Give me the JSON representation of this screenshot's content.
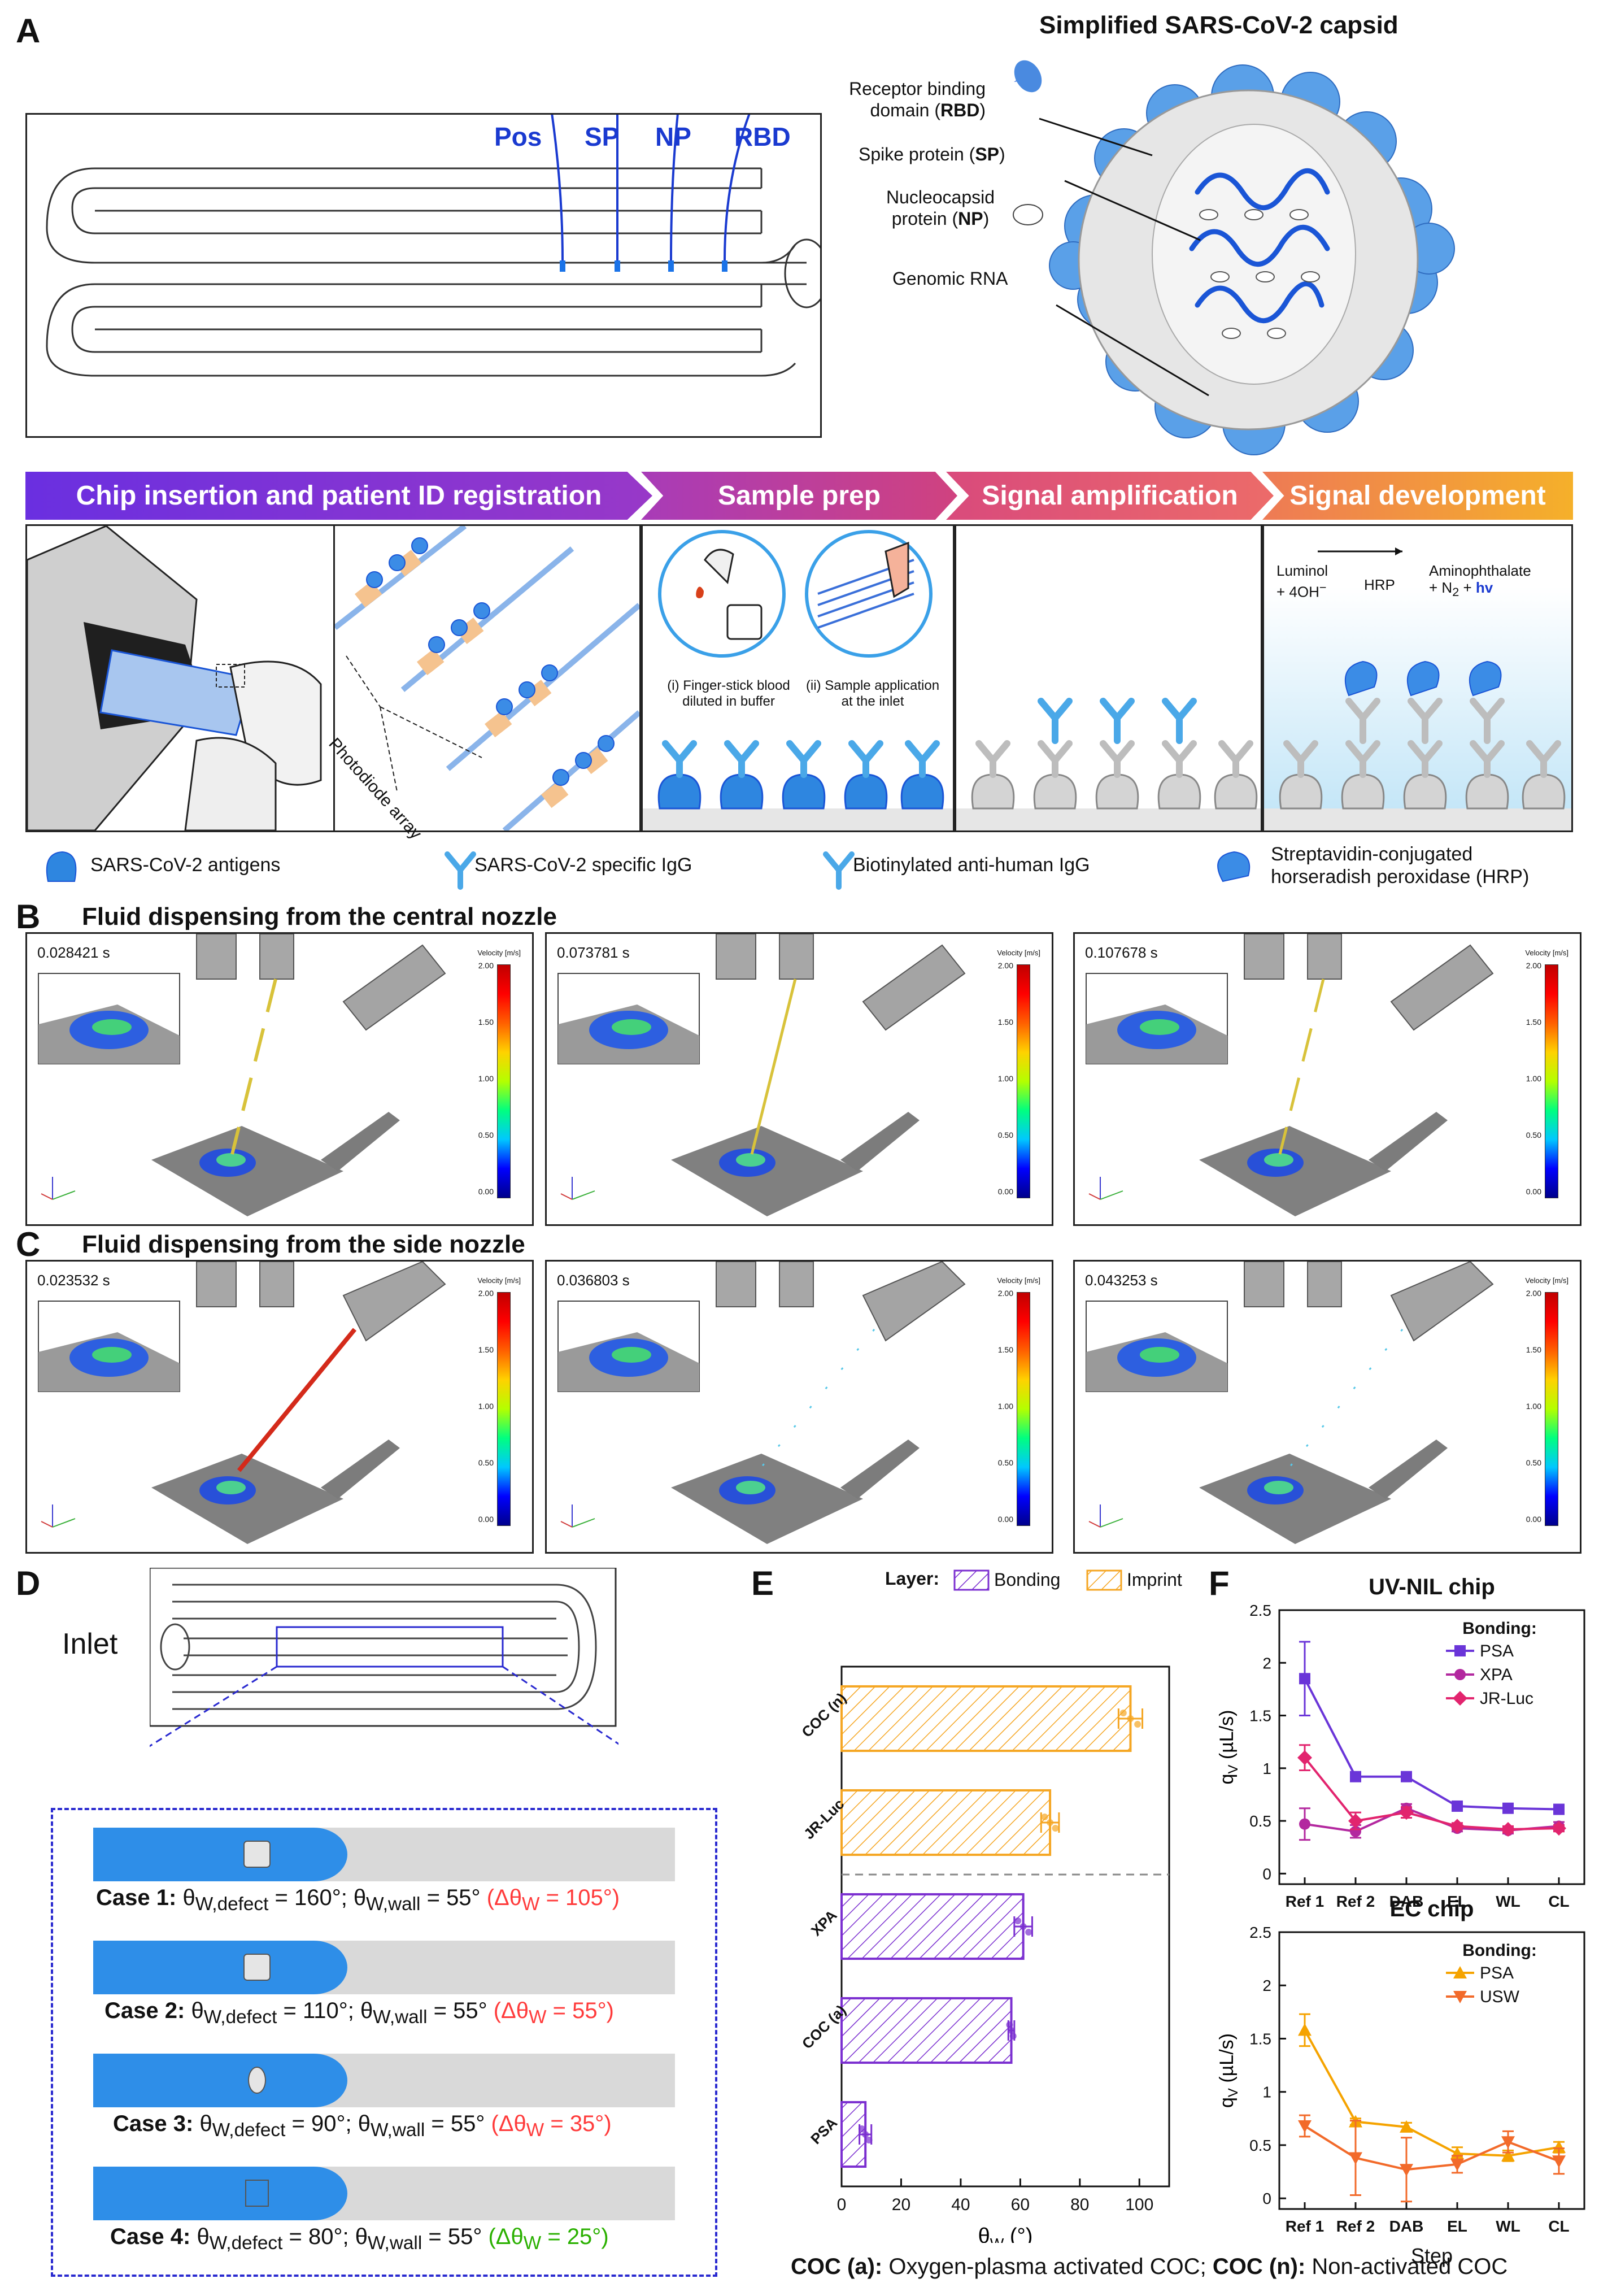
{
  "panel_labels": {
    "a": "A",
    "b": "B",
    "c": "C",
    "d": "D",
    "e": "E",
    "f": "F"
  },
  "panel_a": {
    "capsid_title": "Simplified SARS-CoV-2 capsid",
    "channel_labels": [
      "Pos",
      "SP",
      "NP",
      "RBD"
    ],
    "capsid_labels": {
      "rbd_line1": "Receptor binding",
      "rbd_line2": "domain (",
      "rbd_abbr": "RBD",
      "rbd_close": ")",
      "sp": "Spike protein (",
      "sp_abbr": "SP",
      "sp_close": ")",
      "np_line1": "Nucleocapsid",
      "np_line2": "protein (",
      "np_abbr": "NP",
      "np_close": ")",
      "rna": "Genomic RNA"
    },
    "steps": [
      "Chip insertion and patient ID registration",
      "Sample prep",
      "Signal amplification",
      "Signal development"
    ],
    "step_colors": [
      "#6a2fe0",
      "#c23f97",
      "#e05a7a",
      "#f08a3a"
    ],
    "photodiode_label": "Photodiode array",
    "sample_captions": {
      "i_line1": "(i) Finger-stick blood",
      "i_line2": "diluted in buffer",
      "ii_line1": "(ii) Sample application",
      "ii_line2": "at the inlet"
    },
    "reaction": {
      "left1": "Luminol",
      "left2": "+ 4OH",
      "left2_sup": "−",
      "catalyst": "HRP",
      "right1": "Aminophthalate",
      "right2": "+ N",
      "right2_sub": "2",
      "right2b": " + ",
      "hv": "hv"
    },
    "legend": [
      {
        "icon": "antigen-icon",
        "label": "SARS-CoV-2 antigens"
      },
      {
        "icon": "igg-icon",
        "label": "SARS-CoV-2 specific IgG"
      },
      {
        "icon": "biotin-igg-icon",
        "label": "Biotinylated anti-human IgG"
      },
      {
        "icon": "hrp-icon",
        "label1": "Streptavidin-conjugated",
        "label2": "horseradish peroxidase (HRP)"
      }
    ]
  },
  "panel_b": {
    "title": "Fluid dispensing from the central nozzle",
    "times": [
      "0.028421 s",
      "0.073781 s",
      "0.107678 s"
    ]
  },
  "panel_c": {
    "title": "Fluid dispensing from the side nozzle",
    "times": [
      "0.023532 s",
      "0.036803 s",
      "0.043253 s"
    ]
  },
  "colorbar": {
    "title": "Velocity [m/s]",
    "ticks": [
      "2.00",
      "1.50",
      "1.00",
      "0.50",
      "0.00"
    ]
  },
  "panel_d": {
    "inlet": "Inlet",
    "cases": [
      {
        "label": "Case 1:",
        "defect": "160°",
        "wall": "55°",
        "delta": "105°",
        "delta_color": "red"
      },
      {
        "label": "Case 2:",
        "defect": "110°",
        "wall": "55°",
        "delta": "55°",
        "delta_color": "red"
      },
      {
        "label": "Case 3:",
        "defect": "90°",
        "wall": "55°",
        "delta": "35°",
        "delta_color": "red"
      },
      {
        "label": "Case 4:",
        "defect": "80°",
        "wall": "55°",
        "delta": "25°",
        "delta_color": "green"
      }
    ],
    "theta_w": "θ",
    "sub_defect": "W,defect",
    "sub_wall": "W,wall",
    "sub_w": "W",
    "eq": " = ",
    "delta_theta": "Δθ"
  },
  "footnote": {
    "coca_b": "COC (a):",
    "coca_t": " Oxygen-plasma activated COC; ",
    "cocn_b": "COC (n):",
    "cocn_t": " Non-activated COC"
  },
  "chart_data": [
    {
      "type": "bar",
      "orientation": "horizontal",
      "panel": "E",
      "legend_title": "Layer:",
      "series": [
        {
          "name": "Bonding",
          "color": "#7b2fd0"
        },
        {
          "name": "Imprint",
          "color": "#f5a623"
        }
      ],
      "categories": [
        "COC (n)",
        "JR-Luc",
        "XPA",
        "COC (a)",
        "PSA"
      ],
      "values": [
        97,
        70,
        61,
        57,
        8
      ],
      "errors": [
        4,
        3,
        3,
        1,
        2
      ],
      "layer": [
        "Imprint",
        "Imprint",
        "Bonding",
        "Bonding",
        "Bonding"
      ],
      "xlabel_main": "θ",
      "xlabel_sub": "W",
      "xlabel_unit": " (°)",
      "xlim": [
        0,
        110
      ],
      "xticks": [
        0,
        20,
        40,
        60,
        80,
        100
      ]
    },
    {
      "type": "line",
      "panel": "F-top",
      "title": "UV-NIL chip",
      "legend_title": "Bonding:",
      "categories": [
        "Ref 1",
        "Ref 2",
        "DAB",
        "EL",
        "WL",
        "CL"
      ],
      "ylabel_main": "q",
      "ylabel_sub": "V",
      "ylabel_unit": " (µL/s)",
      "ylim": [
        -0.1,
        2.5
      ],
      "yticks": [
        0.0,
        0.5,
        1.0,
        1.5,
        2.0,
        2.5
      ],
      "series": [
        {
          "name": "PSA",
          "color": "#6a35d8",
          "marker": "square",
          "values": [
            1.85,
            0.92,
            0.92,
            0.64,
            0.62,
            0.61
          ],
          "errors": [
            0.35,
            0.02,
            0.02,
            0.02,
            0.02,
            0.02
          ]
        },
        {
          "name": "XPA",
          "color": "#b3289f",
          "marker": "circle",
          "values": [
            0.47,
            0.4,
            0.62,
            0.43,
            0.41,
            0.45
          ],
          "errors": [
            0.15,
            0.06,
            0.04,
            0.03,
            0.03,
            0.04
          ]
        },
        {
          "name": "JR-Luc",
          "color": "#e2246e",
          "marker": "diamond",
          "values": [
            1.1,
            0.5,
            0.58,
            0.45,
            0.42,
            0.43
          ],
          "errors": [
            0.12,
            0.08,
            0.05,
            0.03,
            0.03,
            0.03
          ]
        }
      ]
    },
    {
      "type": "line",
      "panel": "F-bottom",
      "title": "EC chip",
      "legend_title": "Bonding:",
      "categories": [
        "Ref 1",
        "Ref 2",
        "DAB",
        "EL",
        "WL",
        "CL"
      ],
      "xlabel": "Step",
      "ylabel_main": "q",
      "ylabel_sub": "V",
      "ylabel_unit": " (µL/s)",
      "ylim": [
        -0.1,
        2.5
      ],
      "yticks": [
        0.0,
        0.5,
        1.0,
        1.5,
        2.0,
        2.5
      ],
      "series": [
        {
          "name": "PSA",
          "color": "#f5a300",
          "marker": "triangle-up",
          "values": [
            1.58,
            0.72,
            0.67,
            0.42,
            0.4,
            0.48
          ],
          "errors": [
            0.15,
            0.03,
            0.04,
            0.06,
            0.05,
            0.05
          ]
        },
        {
          "name": "USW",
          "color": "#f26a2a",
          "marker": "triangle-down",
          "values": [
            0.68,
            0.38,
            0.27,
            0.32,
            0.53,
            0.35
          ],
          "errors": [
            0.1,
            0.35,
            0.3,
            0.08,
            0.1,
            0.12
          ]
        }
      ]
    }
  ]
}
